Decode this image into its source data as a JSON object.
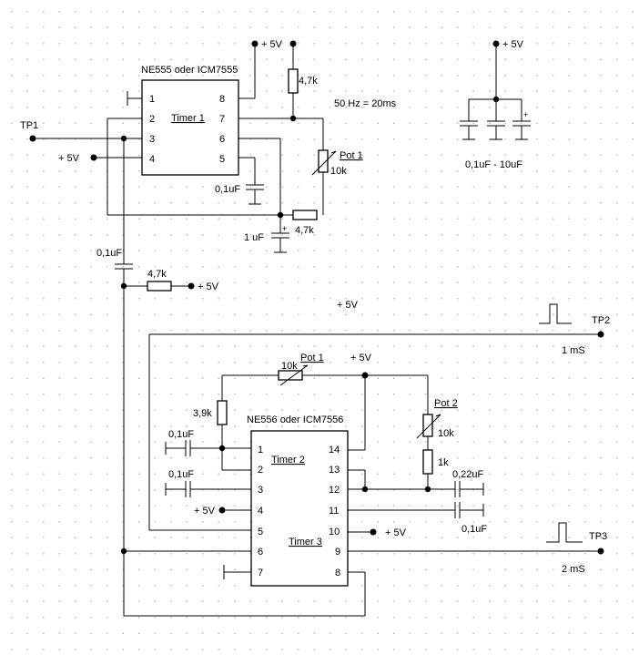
{
  "timer1": {
    "chip": "NE555 oder ICM7555",
    "name": "Timer 1",
    "pins_left": [
      "1",
      "2",
      "3",
      "4"
    ],
    "pins_right": [
      "8",
      "7",
      "6",
      "5"
    ]
  },
  "timer23": {
    "chip": "NE556 oder ICM7556",
    "name2": "Timer 2",
    "name3": "Timer 3",
    "pins_left": [
      "1",
      "2",
      "3",
      "4",
      "5",
      "6",
      "7"
    ],
    "pins_right": [
      "14",
      "13",
      "12",
      "11",
      "10",
      "9",
      "8"
    ]
  },
  "labels": {
    "supply": "+ 5V",
    "supply_free": "+ 5V",
    "tp1": "TP1",
    "tp2": "TP2",
    "tp3": "TP3",
    "freq": "50 Hz = 20ms",
    "tp2_period": "1 mS",
    "tp3_period": "2 mS",
    "decoupling_range": "0,1uF - 10uF"
  },
  "components": {
    "r_top": "4,7k",
    "pot1_top": "Pot 1",
    "pot1_top_value": "10k",
    "c_timer1": "0,1uF",
    "c_timing1": "1 uF",
    "r_timing1": "4,7k",
    "c_coupling": "0,1uF",
    "r_bias": "4,7k",
    "pot1_bottom": "Pot 1",
    "pot1_bottom_value": "10k",
    "r_39k": "3,9k",
    "c_pin1": "0,1uF",
    "c_pin3": "0,1uF",
    "pot2": "Pot 2",
    "pot2_value": "10k",
    "r_1k": "1k",
    "c_022": "0,22uF",
    "c_pin11": "0,1uF"
  },
  "colors": {
    "wire": "#000000",
    "grid_dot": "#c4c4c4",
    "squiggle": "#d00000"
  }
}
